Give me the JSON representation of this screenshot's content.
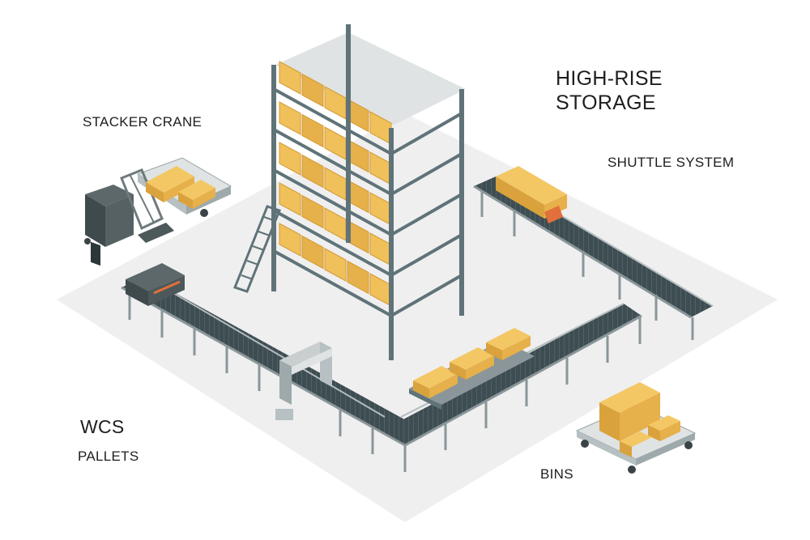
{
  "labels": {
    "stacker_crane": "STACKER CRANE",
    "high_rise_storage_line1": "HIGH-RISE",
    "high_rise_storage_line2": "STORAGE",
    "shuttle_system": "SHUTTLE SYSTEM",
    "wcs": "WCS",
    "pallets": "PALLETS",
    "bins": "BINS"
  },
  "colors": {
    "floor": "#efefef",
    "frame": "#5f7378",
    "box": "#f0c05a",
    "box_side": "#d9a23c",
    "belt": "#3e4d52",
    "machine": "#4a5558",
    "accent": "#e2703a"
  },
  "icons": [
    "stacker-crane-icon",
    "high-rise-rack-icon",
    "shuttle-conveyor-icon",
    "main-conveyor-icon",
    "gate-scanner-icon",
    "pallet-cart-icon",
    "bin-cart-icon"
  ]
}
